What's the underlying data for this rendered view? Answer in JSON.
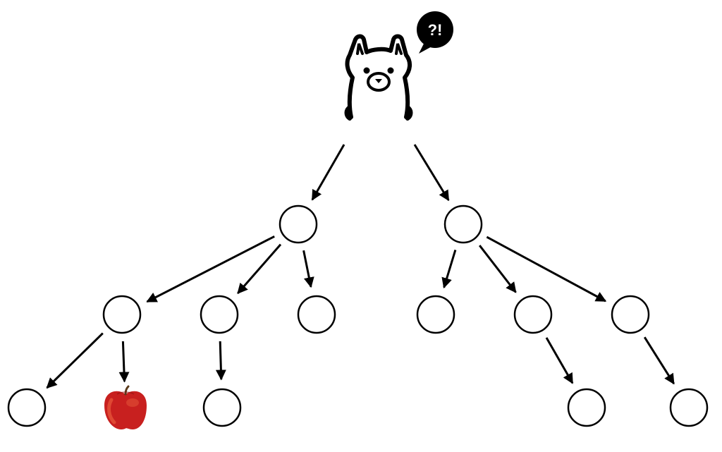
{
  "speech_bubble": {
    "text": "?!"
  },
  "llama": {
    "icon": "llama-icon"
  },
  "apple": {
    "icon": "apple-icon",
    "colors": {
      "body": "#c8201f",
      "highlight": "#e85a3c",
      "stem": "#5a3a1a"
    }
  },
  "colors": {
    "stroke": "#000000",
    "background": "#ffffff",
    "bubble": "#000000"
  },
  "tree": {
    "nodes": [
      {
        "id": "root",
        "kind": "llama"
      },
      {
        "id": "n1",
        "kind": "circle"
      },
      {
        "id": "n2",
        "kind": "circle"
      },
      {
        "id": "n1a",
        "kind": "circle"
      },
      {
        "id": "n1b",
        "kind": "circle"
      },
      {
        "id": "n1c",
        "kind": "circle"
      },
      {
        "id": "n2a",
        "kind": "circle"
      },
      {
        "id": "n2b",
        "kind": "circle"
      },
      {
        "id": "n2c",
        "kind": "circle"
      },
      {
        "id": "n1a1",
        "kind": "circle"
      },
      {
        "id": "n1a2",
        "kind": "apple"
      },
      {
        "id": "n1b1",
        "kind": "circle"
      },
      {
        "id": "n2b1",
        "kind": "circle"
      },
      {
        "id": "n2c1",
        "kind": "circle"
      }
    ],
    "edges": [
      [
        "root",
        "n1"
      ],
      [
        "root",
        "n2"
      ],
      [
        "n1",
        "n1a"
      ],
      [
        "n1",
        "n1b"
      ],
      [
        "n1",
        "n1c"
      ],
      [
        "n2",
        "n2a"
      ],
      [
        "n2",
        "n2b"
      ],
      [
        "n2",
        "n2c"
      ],
      [
        "n1a",
        "n1a1"
      ],
      [
        "n1a",
        "n1a2"
      ],
      [
        "n1b",
        "n1b1"
      ],
      [
        "n2b",
        "n2b1"
      ],
      [
        "n2c",
        "n2c1"
      ]
    ]
  }
}
